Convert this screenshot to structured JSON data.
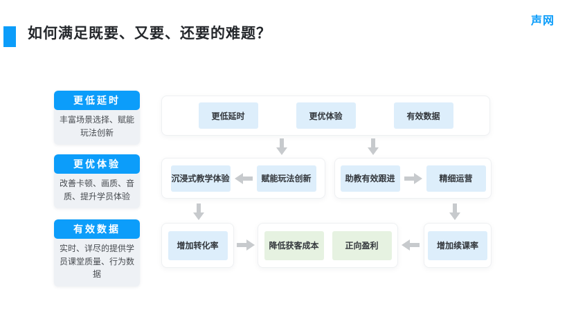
{
  "page": {
    "title": "如何满足既要、又要、还要的难题？",
    "logo_text": "声网"
  },
  "colors": {
    "brand_blue": "#0c9dfa",
    "node_light_blue": "#ddeefb",
    "node_light_green": "#e6f2e1",
    "sidebar_body_bg": "#eef1f5",
    "arrow_gray": "#c7cacd",
    "title_text": "#24272b"
  },
  "sidebar": {
    "items": [
      {
        "title": "更低延时",
        "desc": "丰富场景选择、赋能玩法创新"
      },
      {
        "title": "更优体验",
        "desc": "改善卡顿、画质、音质、提升学员体验"
      },
      {
        "title": "有效数据",
        "desc": "实时、详尽的提供学员课堂质量、行为数据"
      }
    ]
  },
  "flow": {
    "top": [
      "更低延时",
      "更优体验",
      "有效数据"
    ],
    "mid_left": {
      "a": "沉浸式教学体验",
      "b": "赋能玩法创新"
    },
    "mid_right": {
      "a": "助教有效跟进",
      "b": "精细运营"
    },
    "bottom_left": "增加转化率",
    "bottom_center": [
      "降低获客成本",
      "正向盈利"
    ],
    "bottom_right": "增加续课率"
  }
}
